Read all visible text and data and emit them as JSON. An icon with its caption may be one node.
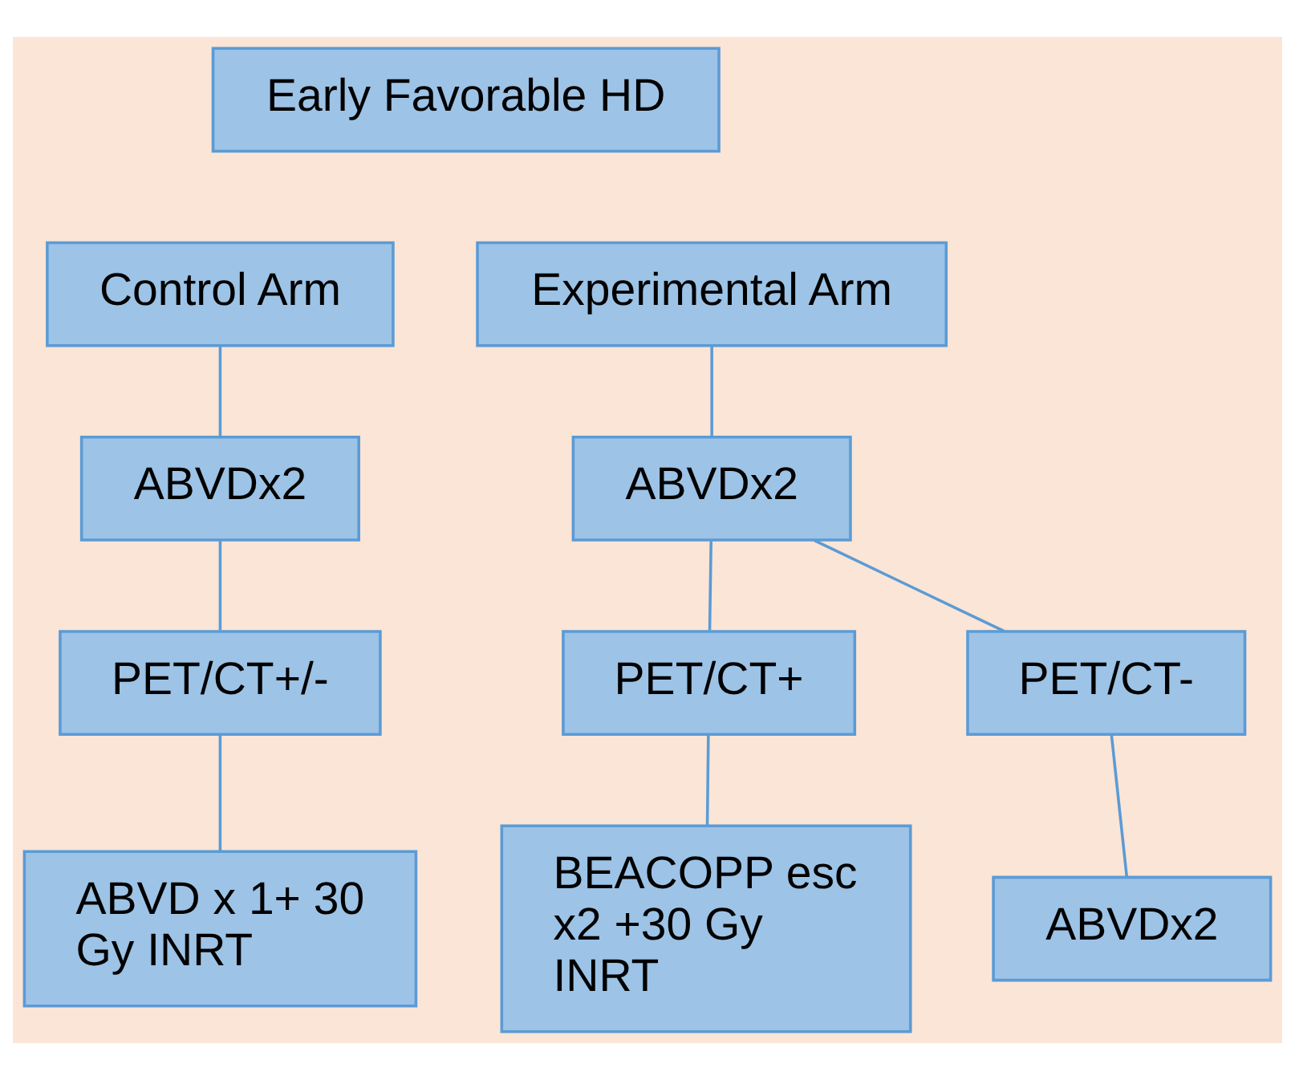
{
  "diagram": {
    "nodes": [
      {
        "text": [
          "Early Favorable HD"
        ]
      },
      {
        "text": [
          "Control Arm"
        ]
      },
      {
        "text": [
          "Experimental Arm"
        ]
      },
      {
        "text": [
          "ABVDx2"
        ]
      },
      {
        "text": [
          "ABVDx2"
        ]
      },
      {
        "text": [
          "PET/CT+/-"
        ]
      },
      {
        "text": [
          "PET/CT+"
        ]
      },
      {
        "text": [
          "PET/CT-"
        ]
      },
      {
        "text": [
          "ABVD x 1+ 30 Gy INRT"
        ]
      },
      {
        "text": [
          "BEACOPP esc x2 +30 Gy INRT"
        ]
      },
      {
        "text": [
          "ABVDx2"
        ]
      }
    ],
    "edges": [
      {
        "from": 1,
        "to": 3,
        "arrow": "none"
      },
      {
        "from": 3,
        "to": 5,
        "arrow": "none"
      },
      {
        "from": 5,
        "to": 8,
        "arrow": "none"
      },
      {
        "from": 2,
        "to": 4,
        "arrow": "none"
      },
      {
        "from": 4,
        "to": 6,
        "arrow": "none"
      },
      {
        "from": 4,
        "to": 7,
        "arrow": "none"
      },
      {
        "from": 6,
        "to": 9,
        "arrow": "none"
      },
      {
        "from": 7,
        "to": 10,
        "arrow": "none"
      }
    ]
  }
}
